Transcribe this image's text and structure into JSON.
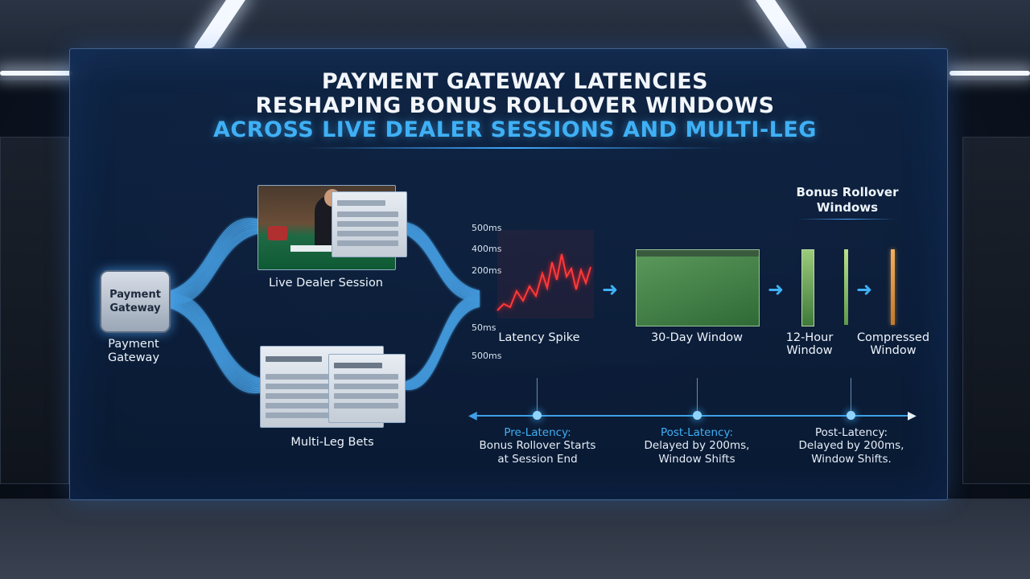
{
  "title": {
    "line1": "PAYMENT GATEWAY LATENCIES",
    "line2": "RESHAPING BONUS ROLLOVER WINDOWS",
    "line3": "ACROSS LIVE DEALER SESSIONS AND MULTI-LEG"
  },
  "gateway": {
    "chip_text": "Payment\nGateway",
    "label": "Payment\nGateway"
  },
  "live_dealer": {
    "label": "Live Dealer Session"
  },
  "multi_leg": {
    "label": "Multi-Leg Bets"
  },
  "latency_chart": {
    "label": "Latency Spike",
    "ticks": [
      "500ms",
      "400ms",
      "200ms",
      "50ms",
      "500ms"
    ]
  },
  "windows": {
    "section_title": "Bonus Rollover\nWindows",
    "thirty_day": "30-Day Window",
    "twelve_hour": "12-Hour\nWindow",
    "compressed": "Compressed\nWindow"
  },
  "timeline": {
    "points": [
      {
        "head": "Pre-Latency:",
        "body": "Bonus Rollover Starts\nat Session End",
        "color": "#3fb0f5"
      },
      {
        "head": "Post-Latency:",
        "body": "Delayed by 200ms,\nWindow Shifts",
        "color": "#3fb0f5"
      },
      {
        "head": "Post-Latency:",
        "body": "Delayed by 200ms,\nWindow Shifts.",
        "color": "#e6eef8"
      }
    ]
  },
  "colors": {
    "accent": "#3fb0f5",
    "spike": "#ff3030",
    "compressed": "#f0a050"
  },
  "icons": [
    "gateway-chip-icon",
    "arrow-right-icon",
    "arrow-left-icon"
  ]
}
